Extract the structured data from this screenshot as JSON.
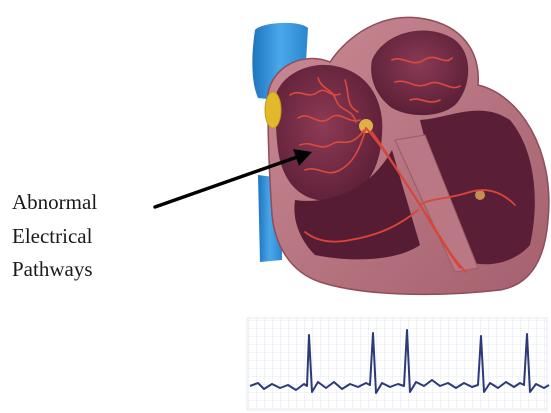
{
  "label": {
    "lines": [
      "Abnormal",
      "Electrical",
      "Pathways"
    ]
  },
  "colors": {
    "heart_outer": "#b8737f",
    "heart_inner": "#7a2f44",
    "heart_chamber_dark": "#5a1e33",
    "pathway_red": "#d9453a",
    "vessel_blue": "#2f8fd6",
    "sa_node_yellow": "#e6c12a",
    "ecg_line": "#2c3a7a",
    "ecg_grid": "#c9d6e6",
    "arrow": "#000000"
  },
  "icons": {
    "heart": "heart-cross-section-illustration",
    "ecg": "ecg-strip"
  }
}
